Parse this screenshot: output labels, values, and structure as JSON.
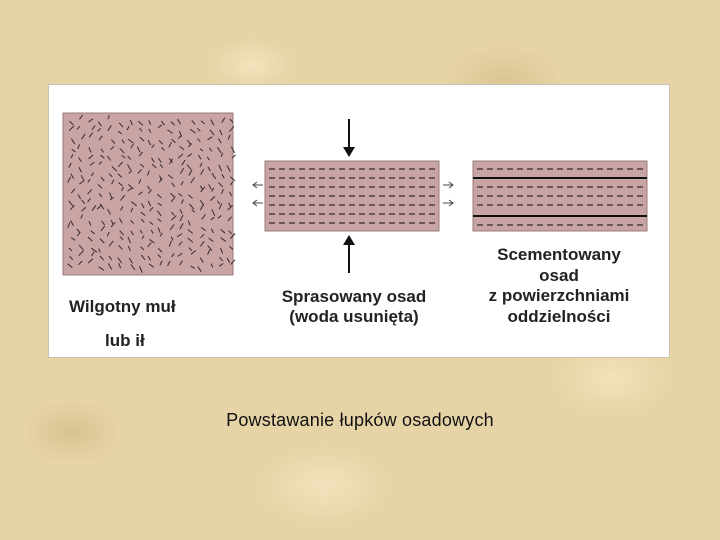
{
  "colors": {
    "sediment_fill": "#c8a4a4",
    "texture": "#3a2a2a",
    "arrow": "#111111"
  },
  "labels": {
    "wet_mud_line1": "Wilgotny muł",
    "wet_mud_line2": "lub ił",
    "compressed_line1": "Sprasowany osad",
    "compressed_line2": "(woda usunięta)",
    "cemented_line1": "Scementowany",
    "cemented_line2": "osad",
    "cemented_line3": "z powierzchniami",
    "cemented_line4": "oddzielności"
  },
  "caption": "Powstawanie łupków osadowych"
}
